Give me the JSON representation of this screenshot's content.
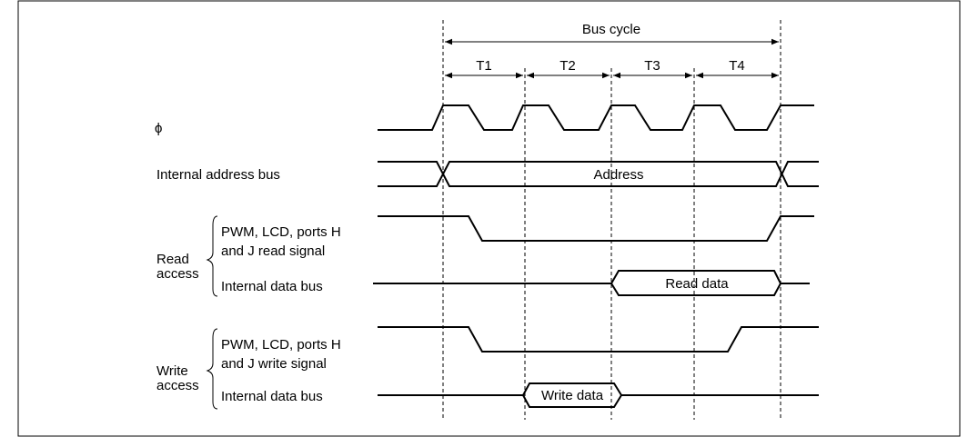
{
  "timing": {
    "bus_cycle_label": "Bus cycle",
    "states": [
      "T1",
      "T2",
      "T3",
      "T4"
    ]
  },
  "signals": {
    "phi": "ϕ",
    "internal_address_bus": "Internal address bus",
    "address": "Address",
    "read_group": {
      "label_line1": "Read",
      "label_line2": "access",
      "strobe_line1": "PWM, LCD, ports H",
      "strobe_line2": "and J read signal",
      "data_bus": "Internal data bus",
      "data_label": "Read data"
    },
    "write_group": {
      "label_line1": "Write",
      "label_line2": "access",
      "strobe_line1": "PWM, LCD, ports H",
      "strobe_line2": "and J write signal",
      "data_bus": "Internal data bus",
      "data_label": "Write data"
    }
  }
}
